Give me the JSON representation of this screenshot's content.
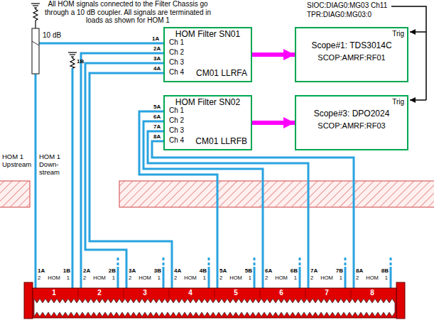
{
  "diagram": {
    "nodes": [
      {
        "text": [
          "HOM Filter SN01",
          "Ch 1",
          "Ch 2",
          "Ch 3",
          "Ch 4",
          "CM01 LLRFA"
        ]
      },
      {
        "text": [
          "Scope#1: TDS3014C",
          "SCOP:AMRF:RF01",
          "Trig"
        ]
      },
      {
        "text": [
          "HOM Filter SN02",
          "Ch 1",
          "Ch 2",
          "Ch 3",
          "Ch 4",
          "CM01 LLRFB"
        ]
      },
      {
        "text": [
          "Scope#3: DPO2024",
          "SCOP:AMRF:RF03",
          "Trig"
        ]
      }
    ],
    "edges": [
      {
        "from": 0,
        "to": 1,
        "arrow": "to"
      },
      {
        "from": 2,
        "to": 3,
        "arrow": "to"
      }
    ],
    "labels": [
      "All HOM signals connected to the Filter Chassis go through a 10 dB coupler. All signals are terminated in loads as shown for HOM 1",
      "10 dB",
      "1A",
      "1B",
      "HOM 1 Upstream",
      "HOM 1 Down-stream",
      "2A",
      "3A",
      "4A",
      "5A",
      "6A",
      "7A",
      "8A",
      "SIOC:DIAG0:MG03 Ch11",
      "TPR:DIAG0:MG03:0",
      "1A",
      "1B",
      "2",
      "HOM",
      "1",
      "1",
      "2A",
      "2B",
      "2",
      "HOM",
      "1",
      "2",
      "3A",
      "3B",
      "2",
      "HOM",
      "1",
      "3",
      "4A",
      "4B",
      "2",
      "HOM",
      "1",
      "4",
      "5A",
      "5B",
      "2",
      "HOM",
      "1",
      "5",
      "6A",
      "6B",
      "2",
      "HOM",
      "1",
      "6",
      "7A",
      "7B",
      "2",
      "HOM",
      "1",
      "7",
      "8A",
      "8B",
      "2",
      "HOM",
      "1",
      "8"
    ]
  }
}
